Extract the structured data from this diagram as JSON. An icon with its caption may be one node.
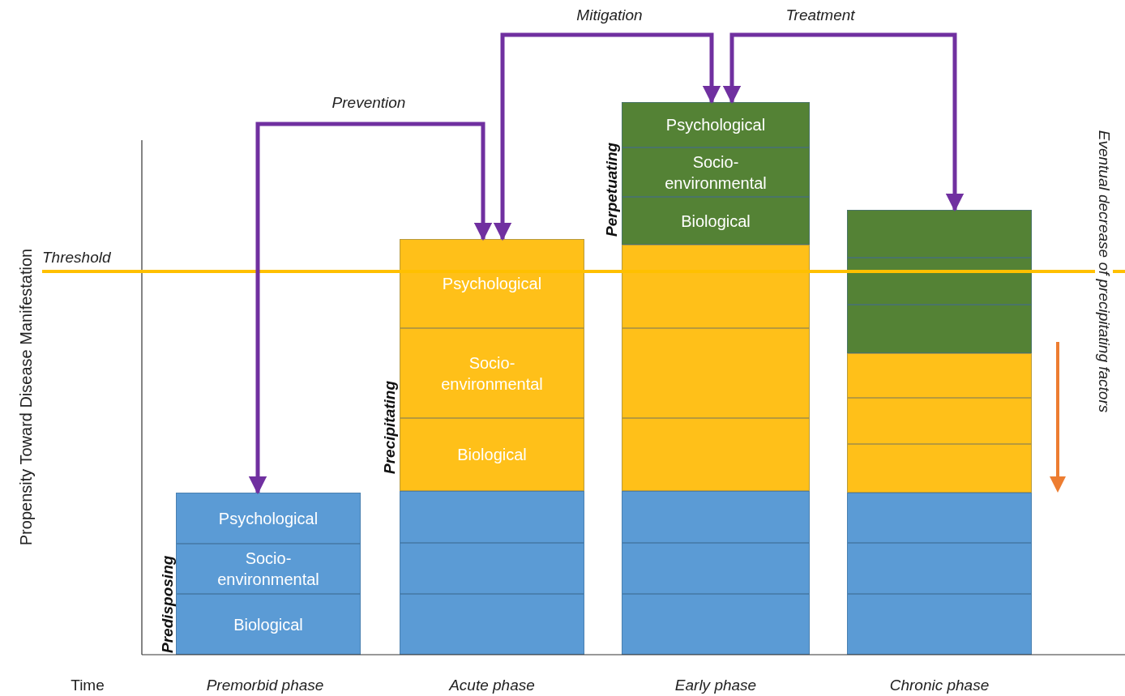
{
  "diagram": {
    "nodes": [
      {
        "text": [
          "Psychological"
        ]
      },
      {
        "text": [
          "Socio-environmental"
        ]
      },
      {
        "text": [
          "Biological"
        ]
      },
      {
        "text": [
          "Psychological"
        ]
      },
      {
        "text": [
          "Socio-environmental"
        ]
      },
      {
        "text": [
          "Biological"
        ]
      },
      {
        "text": [],
        "shape": "box"
      },
      {
        "text": [],
        "shape": "box"
      },
      {
        "text": [],
        "shape": "box"
      },
      {
        "text": [
          "Psychological"
        ]
      },
      {
        "text": [
          "Socio-environmental"
        ]
      },
      {
        "text": [
          "Biological"
        ]
      },
      {
        "text": [],
        "shape": "box"
      },
      {
        "text": [],
        "shape": "box"
      },
      {
        "text": [],
        "shape": "box"
      },
      {
        "text": [],
        "shape": "box"
      },
      {
        "text": [],
        "shape": "box"
      },
      {
        "text": [],
        "shape": "box"
      },
      {
        "text": [],
        "shape": "box"
      },
      {
        "text": [],
        "shape": "box"
      },
      {
        "text": [],
        "shape": "box"
      },
      {
        "text": [],
        "shape": "box"
      },
      {
        "text": [],
        "shape": "box"
      },
      {
        "text": [],
        "shape": "box"
      },
      {
        "text": [],
        "shape": "box"
      },
      {
        "text": [],
        "shape": "box"
      },
      {
        "text": [],
        "shape": "box"
      }
    ],
    "edges": [
      {
        "from": 0,
        "to": 3,
        "arrow": "both",
        "label": "Prevention"
      },
      {
        "from": 3,
        "to": 9,
        "arrow": "both",
        "label": "Mitigation"
      },
      {
        "from": 9,
        "to": 18,
        "arrow": "both",
        "label": "Treatment"
      }
    ],
    "labels": [
      "Perpetuating",
      "Propensity Toward Disease Manifestation",
      "Threshold",
      "Precipitating",
      "Predisposing",
      "Eventual decrease of precipitating factors",
      "Time",
      "Premorbid phase",
      "Acute phase",
      "Early phase",
      "Chronic phase"
    ]
  }
}
